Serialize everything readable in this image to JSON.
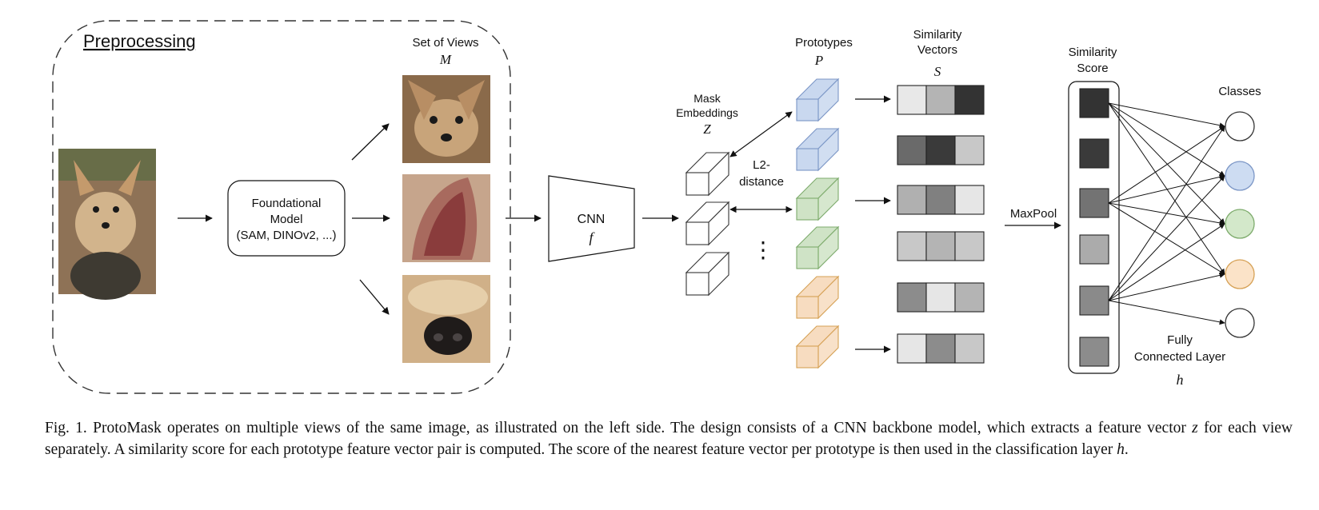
{
  "diagram": {
    "preprocessing_label": "Preprocessing",
    "set_of_views_label": "Set of Views",
    "set_of_views_symbol": "M",
    "views": [
      {
        "name": "dog-face",
        "color": "#8a6a4a"
      },
      {
        "name": "dog-ear",
        "color": "#b07868"
      },
      {
        "name": "dog-nose",
        "color": "#c8a880"
      }
    ],
    "input_image_color": "#8e7256",
    "foundational_model": {
      "line1": "Foundational",
      "line2": "Model",
      "line3": "(SAM, DINOv2, ...)"
    },
    "cnn": {
      "label": "CNN",
      "symbol": "f"
    },
    "mask_embeddings": {
      "line1": "Mask",
      "line2": "Embeddings",
      "symbol": "Z"
    },
    "l2_distance": {
      "line1": "L2-",
      "line2": "distance"
    },
    "dots": "⋮",
    "prototypes": {
      "label": "Prototypes",
      "symbol": "P",
      "colors": [
        "#c9d8ef",
        "#c9d8ef",
        "#cfe3c6",
        "#cfe3c6",
        "#f7dcc0",
        "#f7dcc0"
      ],
      "edge_colors": [
        "#7b96c6",
        "#7b96c6",
        "#7dab6c",
        "#7dab6c",
        "#d6a155",
        "#d6a155"
      ]
    },
    "similarity_vectors": {
      "line1": "Similarity",
      "line2": "Vectors",
      "symbol": "S",
      "rows": [
        [
          "#e8e8e8",
          "#b4b4b4",
          "#333333"
        ],
        [
          "#6a6a6a",
          "#3a3a3a",
          "#c8c8c8"
        ],
        [
          "#b0b0b0",
          "#808080",
          "#e6e6e6"
        ],
        [
          "#c8c8c8",
          "#b4b4b4",
          "#c8c8c8"
        ],
        [
          "#8c8c8c",
          "#e6e6e6",
          "#b4b4b4"
        ],
        [
          "#e6e6e6",
          "#8c8c8c",
          "#c8c8c8"
        ]
      ]
    },
    "maxpool_label": "MaxPool",
    "similarity_score": {
      "line1": "Similarity",
      "line2": "Score",
      "cells": [
        "#333333",
        "#3a3a3a",
        "#737373",
        "#ababab",
        "#8a8a8a",
        "#8c8c8c"
      ]
    },
    "classes": {
      "label": "Classes",
      "colors": [
        "#ffffff",
        "#cddcf2",
        "#d3e8ca",
        "#fbe3c8",
        "#ffffff"
      ],
      "edge_colors": [
        "#333333",
        "#7b96c6",
        "#7dab6c",
        "#d6a155",
        "#333333"
      ]
    },
    "fc_layer": {
      "line1": "Fully",
      "line2": "Connected Layer",
      "symbol": "h"
    }
  },
  "caption": {
    "part1": "Fig. 1.  ProtoMask operates on multiple views of the same image, as illustrated on the left side. The design consists of a CNN backbone model, which extracts a feature vector ",
    "var_z": "z",
    "part2": " for each view separately. A similarity score for each prototype feature vector pair is computed. The score of the nearest feature vector per prototype is then used in the classification layer ",
    "var_h": "h",
    "part3": "."
  }
}
